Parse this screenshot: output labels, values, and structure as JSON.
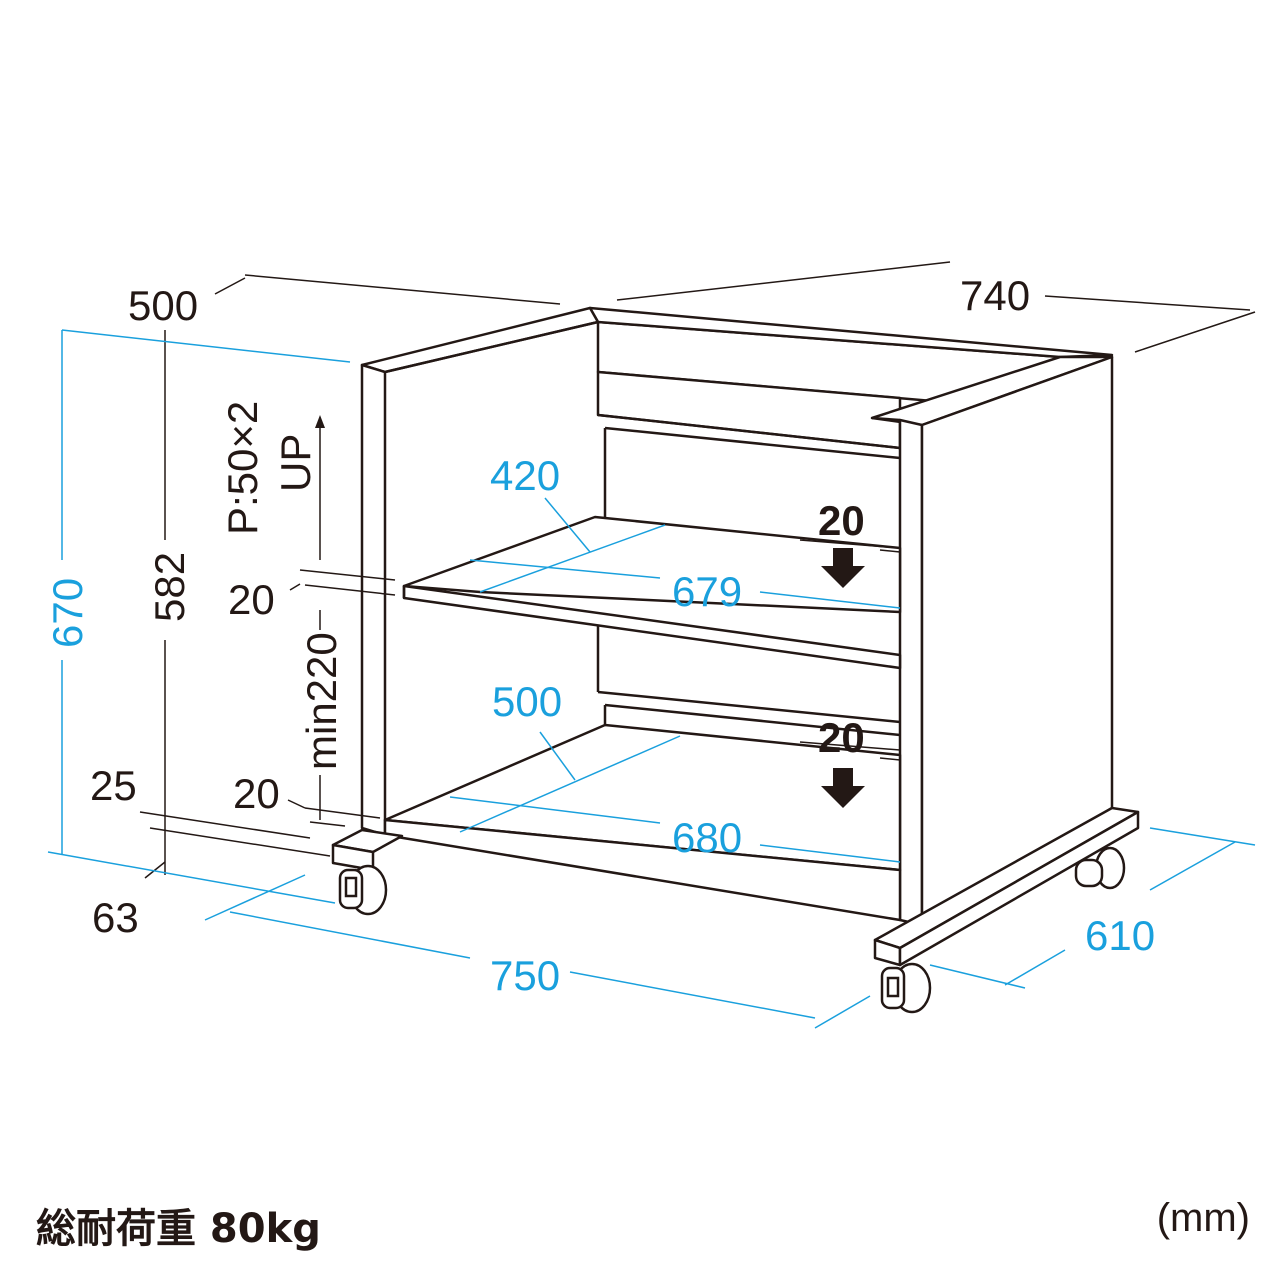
{
  "dimensions": {
    "depth_top": "500",
    "width_top": "740",
    "total_height": "670",
    "inner_height": "582",
    "shelf_pitch": "P:50×2",
    "shelf_pitch_dir": "UP",
    "shelf_thickness_upper": "20",
    "clearance": "min220",
    "shelf_thickness_lower": "20",
    "base_height_25": "25",
    "base_height_63": "63",
    "upper_shelf_depth": "420",
    "upper_shelf_width": "679",
    "lower_shelf_depth": "500",
    "lower_shelf_width": "680",
    "step_upper": "20",
    "step_lower": "20",
    "overall_width": "750",
    "overall_depth": "610"
  },
  "footer": {
    "load_capacity": "総耐荷重 80kg",
    "unit": "(mm)"
  },
  "colors": {
    "line": "#231815",
    "dimension_blue": "#1aa0dd"
  }
}
